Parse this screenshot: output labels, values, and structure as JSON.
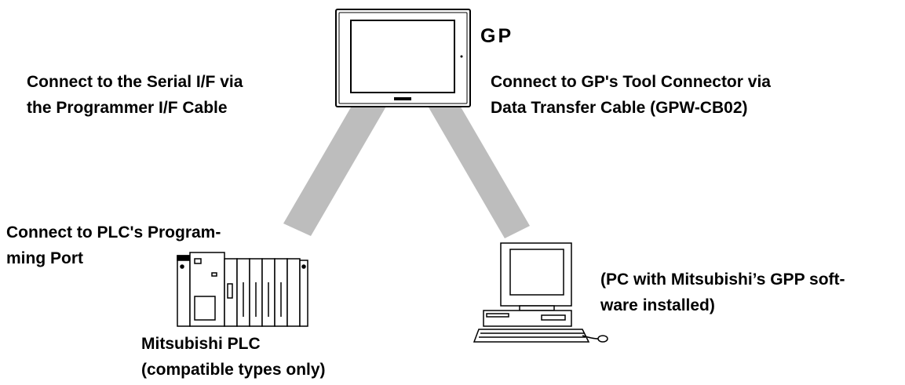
{
  "gp": {
    "label": "GP"
  },
  "labels": {
    "serial": [
      "Connect to the Serial I/F via",
      "the Programmer I/F Cable"
    ],
    "tool": [
      "Connect to GP's Tool Connector via",
      "Data Transfer Cable (GPW-CB02)"
    ],
    "port": [
      "Connect to PLC's Program-",
      "ming Port"
    ],
    "pc": [
      "(PC with Mitsubishi’s GPP soft-",
      "ware installed)"
    ],
    "plc": [
      "Mitsubishi PLC",
      "(compatible types only)"
    ]
  },
  "colors": {
    "cable": "#bdbdbd",
    "outline": "#000000",
    "background": "#ffffff"
  }
}
